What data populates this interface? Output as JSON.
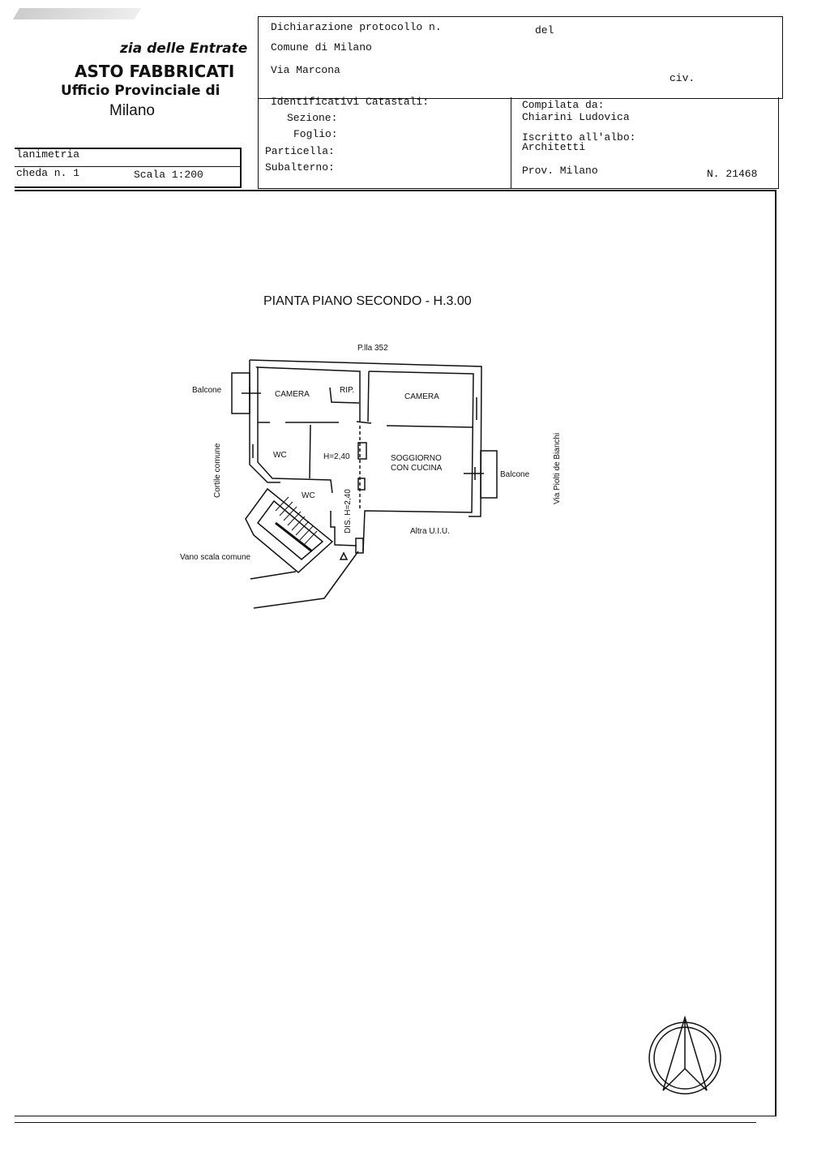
{
  "agency": {
    "line1": "zia delle Entrate",
    "line2": "ASTO FABBRICATI",
    "line3": "Ufficio Provinciale di",
    "line4": "Milano"
  },
  "left_box": {
    "type": "lanimetria",
    "scheda": "cheda n. 1",
    "scala": "Scala 1:200"
  },
  "header": {
    "protocol_label": "Dichiarazione protocollo n.",
    "del_label": "del",
    "comune": "Comune di Milano",
    "via": "Via Marcona",
    "civ_label": "civ.",
    "identificativi_label": "Identificativi Catastali:",
    "sezione_label": "Sezione:",
    "foglio_label": "Foglio:",
    "particella_label": "Particella:",
    "subalterno_label": "Subalterno:",
    "compilata_label": "Compilata da:",
    "compilata_name": "Chiarini Ludovica",
    "albo_label": "Iscritto all'albo:",
    "albo_value": "Architetti",
    "prov": "Prov. Milano",
    "number": "N. 21468"
  },
  "plan": {
    "title": "PIANTA PIANO SECONDO - H.3.00",
    "particella": "P.lla 352",
    "rooms": {
      "camera_left": "CAMERA",
      "rip": "RIP.",
      "camera_right": "CAMERA",
      "wc_upper": "WC",
      "h_corridor": "H=2,40",
      "soggiorno_1": "SOGGIORNO",
      "soggiorno_2": "CON CUCINA",
      "wc_lower": "WC",
      "dis": "DIS. H=2,40"
    },
    "labels": {
      "balcone_left": "Balcone",
      "balcone_right": "Balcone",
      "cortile": "Cortile comune",
      "via": "Via Piolti de Bianchi",
      "altra": "Altra U.I.U.",
      "vano_scala": "Vano scala comune"
    }
  }
}
